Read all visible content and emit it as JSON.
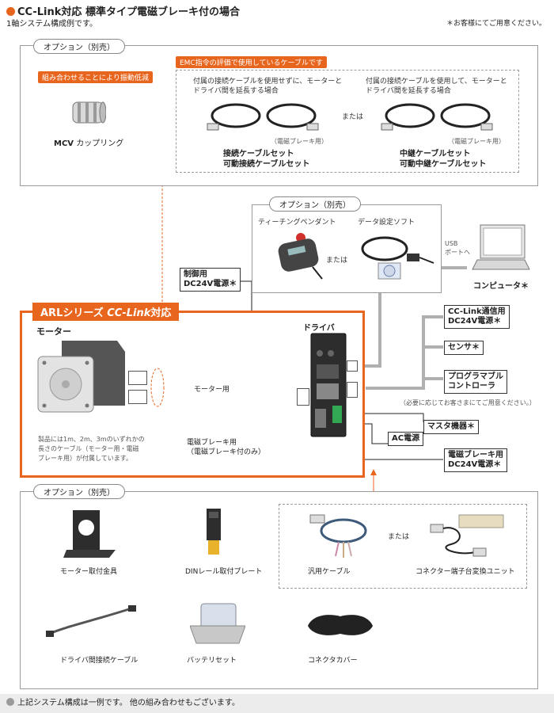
{
  "header": {
    "title": "CC-Link対応 標準タイプ電磁ブレーキ付の場合",
    "subtitle": "1軸システム構成例です。",
    "customer_note": "＊お客様にてご用意ください。"
  },
  "top_option": {
    "tab": "オプション（別売）",
    "coupling_tag": "組み合わせることにより振動低減",
    "coupling_label_bold": "MCV",
    "coupling_label": "カップリング",
    "emc_tag": "EMC指令の評価で使用しているケーブルです",
    "left_desc": "付属の接続ケーブルを使用せずに、モーターと\nドライバ間を延長する場合",
    "right_desc": "付属の接続ケーブルを使用して、モーターと\nドライバ間を延長する場合",
    "brake_note_left": "（電磁ブレーキ用）",
    "brake_note_right": "（電磁ブレーキ用）",
    "or_text": "または",
    "left_set": "接続ケーブルセット\n可動接続ケーブルセット",
    "right_set": "中継ケーブルセット\n可動中継ケーブルセット"
  },
  "mid_option": {
    "tab": "オプション（別売）",
    "teaching": "ティーチングペンダント",
    "software": "データ設定ソフト",
    "or_text": "または",
    "usb_label": "USB\nポートへ",
    "computer": "コンピュータ",
    "asterisk": "＊"
  },
  "series": {
    "tab_prefix": "ARLシリーズ",
    "tab_logo": "CC-Link",
    "tab_suffix": "対応",
    "motor": "モーター",
    "driver": "ドライバ",
    "motor_cable": "モーター用",
    "brake_cable": "電磁ブレーキ用\n（電磁ブレーキ付のみ）",
    "included_note": "製品には1m、2m、3mのいずれかの\n長さのケーブル（モーター用・電磁\nブレーキ用）が付属しています。"
  },
  "peripherals": {
    "control_power": "制御用\nDC24V電源＊",
    "cclink_power": "CC-Link通信用\nDC24V電源＊",
    "sensor": "センサ＊",
    "plc": "プログラマブル\nコントローラ",
    "plc_note": "（必要に応じてお客さまにてご用意ください。）",
    "master": "マスタ機器＊",
    "ac_power": "AC電源",
    "brake_power": "電磁ブレーキ用\nDC24V電源＊"
  },
  "bottom_option": {
    "tab": "オプション（別売）",
    "motor_bracket": "モーター取付金具",
    "din_plate": "DINレール取付プレート",
    "general_cable": "汎用ケーブル",
    "or_text": "または",
    "terminal_unit": "コネクター端子台変換ユニット",
    "driver_cable": "ドライバ間接続ケーブル",
    "battery": "バッテリセット",
    "connector_cover": "コネクタカバー"
  },
  "footer": {
    "note": "上記システム構成は一例です。 他の組み合わせもございます。"
  },
  "colors": {
    "accent": "#e8651e",
    "line_gray": "#b0b0b0",
    "frame_gray": "#9a9a9a"
  }
}
